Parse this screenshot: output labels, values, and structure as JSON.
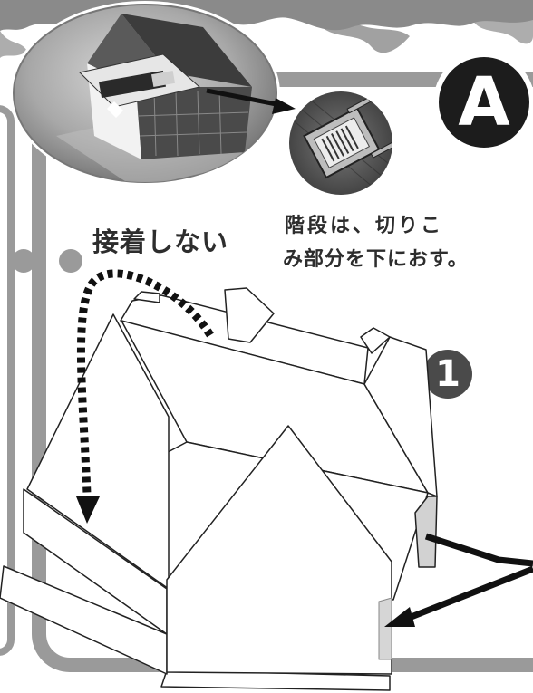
{
  "section_badge": "A",
  "step_number": "1",
  "labels": {
    "no_glue": "接着しない",
    "stair_note_line1": "階段は、切りこ",
    "stair_note_line2": "み部分を下におす。"
  },
  "colors": {
    "frame": "#9a9a9a",
    "badge": "#1c1c1c",
    "step_circle": "#4a4a4a",
    "foliage": "#8a8a8a",
    "outline": "#222222"
  }
}
